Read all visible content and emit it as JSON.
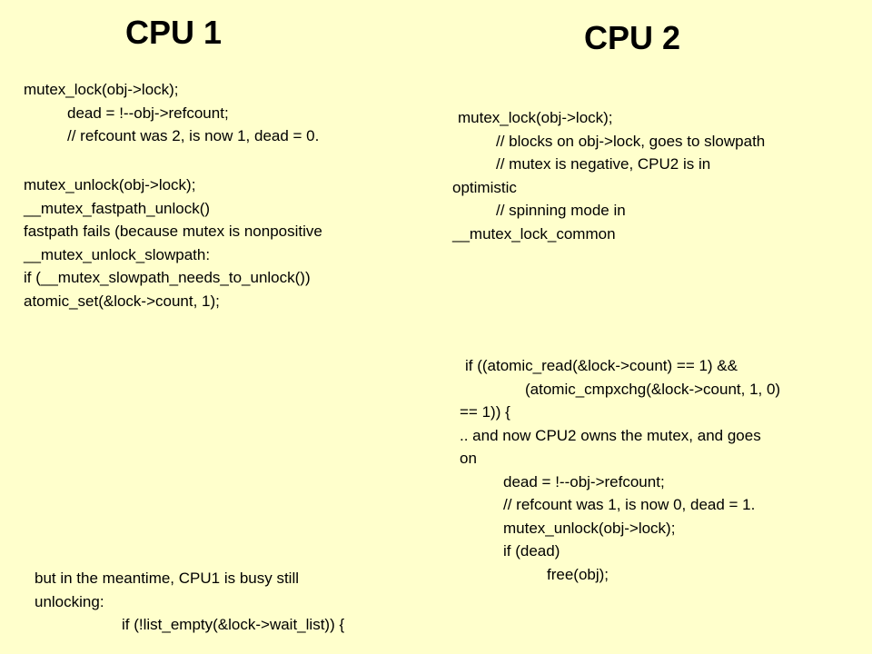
{
  "cpu1": {
    "title": "CPU 1",
    "block1": [
      "mutex_lock(obj->lock);",
      "dead = !--obj->refcount;",
      "// refcount was 2, is now 1, dead = 0."
    ],
    "block2": [
      "mutex_unlock(obj->lock);",
      "__mutex_fastpath_unlock()",
      "fastpath fails (because mutex is nonpositive",
      "__mutex_unlock_slowpath:",
      "if (__mutex_slowpath_needs_to_unlock())",
      "atomic_set(&lock->count, 1);"
    ],
    "block3": [
      "but in the meantime, CPU1 is busy still",
      "unlocking:",
      "if (!list_empty(&lock->wait_list)) {"
    ]
  },
  "cpu2": {
    "title": "CPU 2",
    "block1": [
      "mutex_lock(obj->lock);",
      "// blocks on obj->lock, goes to slowpath",
      "// mutex is negative, CPU2 is in",
      "optimistic",
      "//  spinning mode in",
      "__mutex_lock_common"
    ],
    "block2": [
      "if ((atomic_read(&lock->count) == 1) &&",
      "(atomic_cmpxchg(&lock->count, 1, 0)",
      "== 1)) {",
      ".. and now CPU2 owns the mutex, and goes",
      "on",
      "dead = !--obj->refcount;",
      "// refcount was 1, is now 0, dead = 1.",
      "mutex_unlock(obj->lock);",
      "if (dead)",
      "free(obj);"
    ]
  }
}
